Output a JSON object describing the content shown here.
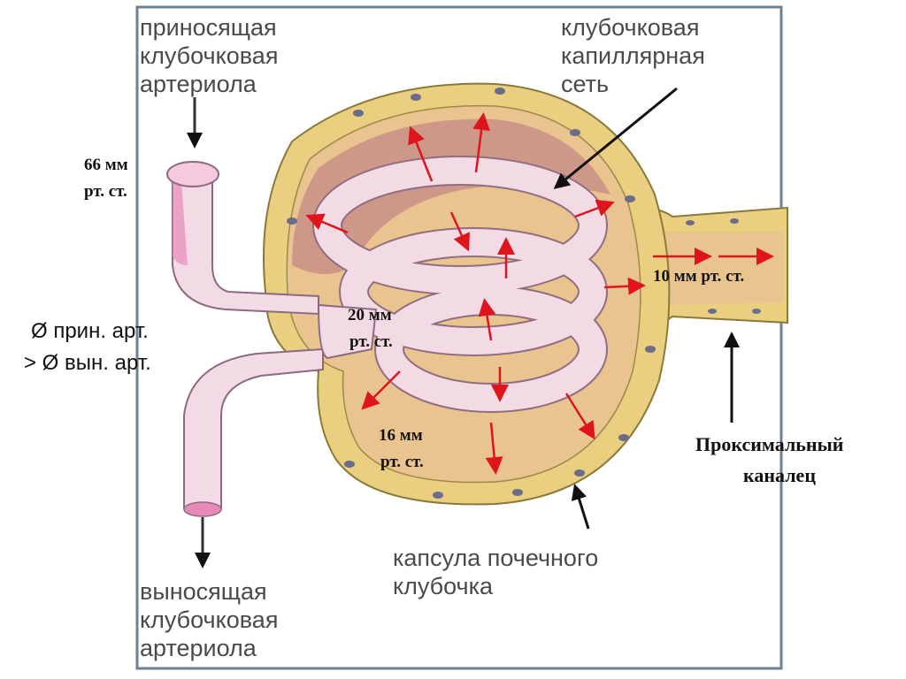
{
  "labels": {
    "afferent": [
      "приносящая",
      "клубочковая",
      "артериола"
    ],
    "capillary": [
      "клубочковая",
      "капиллярная",
      "сеть"
    ],
    "efferent": [
      "выносящая",
      "клубочковая",
      "артериола"
    ],
    "capsule": [
      "капсула почечного",
      "клубочка"
    ]
  },
  "pressures": {
    "p66": [
      "66 мм",
      "рт. ст."
    ],
    "p20": [
      "20 мм",
      "рт. ст."
    ],
    "p16": [
      "16 мм",
      "рт. ст."
    ],
    "p10": "10 мм рт. ст."
  },
  "diameter_note": [
    "Ø прин. арт.",
    "> Ø вын. арт."
  ],
  "proximal": [
    "Проксимальный",
    "каналец"
  ],
  "colors": {
    "capsule_wall": "#e9cf7f",
    "capsule_space": "#e9c48f",
    "inner_space": "#c99088",
    "vessel": "#f3dbe6",
    "vessel_lumen": "#e78ab8",
    "filtration_arrow": "#e0141c"
  }
}
